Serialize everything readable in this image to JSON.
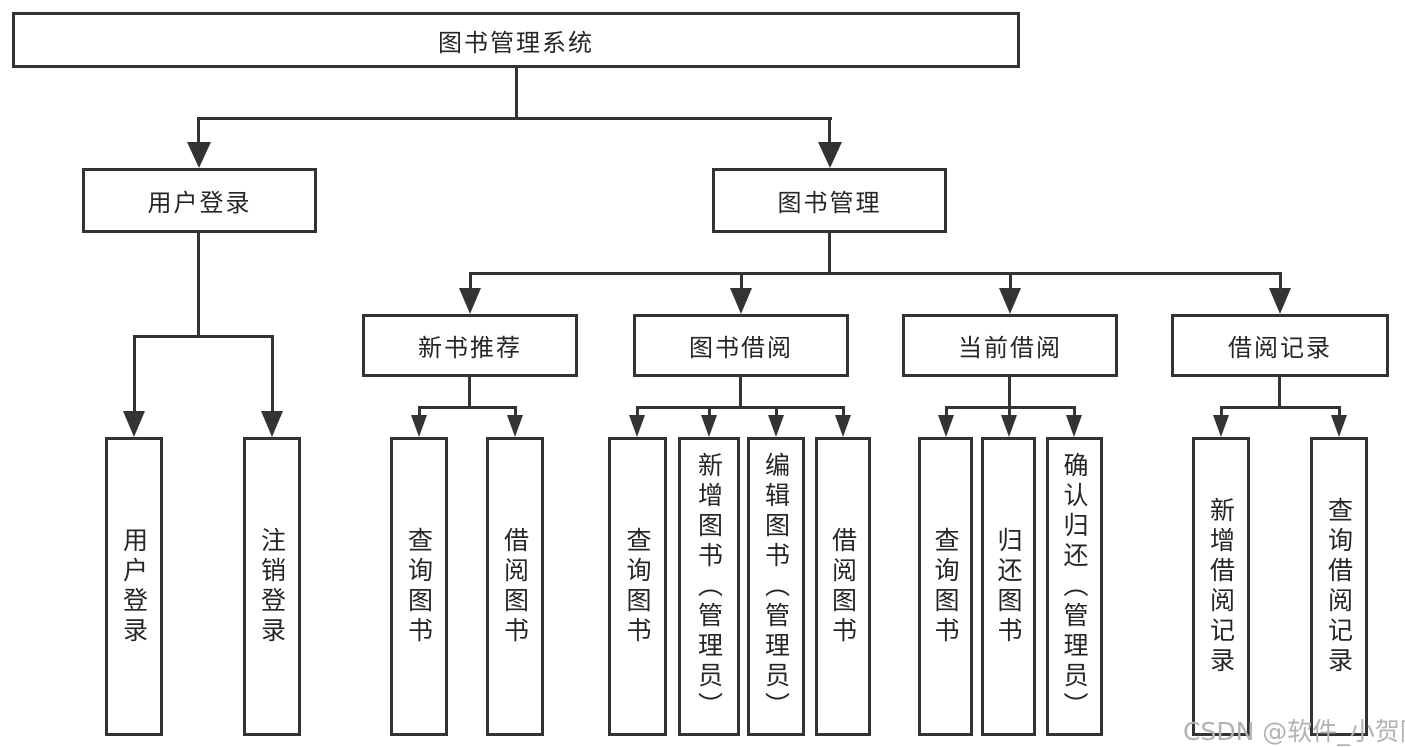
{
  "colors": {
    "line": "#333333",
    "text": "#262626",
    "background": "#ffffff",
    "watermark": "#b3b3b3"
  },
  "watermark": {
    "text": "CSDN @软件_小贺同学"
  },
  "diagram": {
    "root": {
      "label": "图书管理系统"
    },
    "branches": {
      "user_login": {
        "label": "用户登录",
        "children": [
          "用户登录",
          "注销登录"
        ]
      },
      "book_management": {
        "label": "图书管理",
        "sections": [
          {
            "label": "新书推荐",
            "children": [
              "查询图书",
              "借阅图书"
            ]
          },
          {
            "label": "图书借阅",
            "children": [
              "查询图书",
              "新增图书（管理员）",
              "编辑图书（管理员）",
              "借阅图书"
            ]
          },
          {
            "label": "当前借阅",
            "children": [
              "查询图书",
              "归还图书",
              "确认归还（管理员）"
            ]
          },
          {
            "label": "借阅记录",
            "children": [
              "新增借阅记录",
              "查询借阅记录"
            ]
          }
        ]
      }
    }
  }
}
